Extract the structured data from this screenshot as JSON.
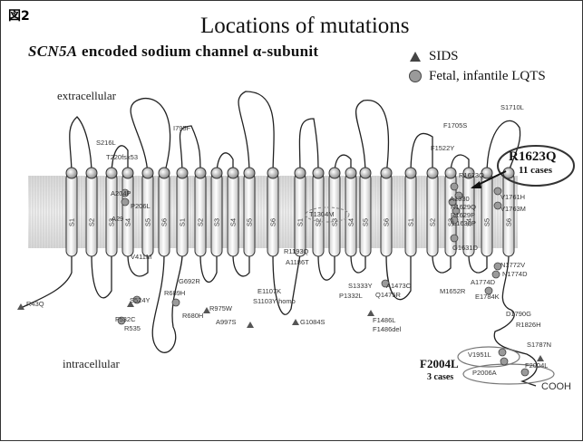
{
  "figure_label": "図2",
  "title": "Locations of mutations",
  "subtitle_gene": "SCN5A",
  "subtitle_rest": " encoded sodium channel α-subunit",
  "legend": {
    "sids": "SIDS",
    "lqts": "Fetal, infantile LQTS",
    "sids_icon": "triangle-icon",
    "lqts_icon": "circle-icon"
  },
  "region_labels": {
    "extracellular": "extracellular",
    "intracellular": "intracellular",
    "cterm": "COOH"
  },
  "highlight_r": {
    "name": "R1623Q",
    "cases": "11 cases"
  },
  "highlight_f": {
    "name": "F2004L",
    "cases": "3 cases"
  },
  "segments": [
    "S1",
    "S2",
    "S3",
    "S4",
    "S5",
    "S6",
    "S1",
    "S2",
    "S3",
    "S4",
    "S5",
    "S6",
    "S1",
    "S2",
    "S3",
    "S4",
    "S5",
    "S6",
    "S1",
    "S2",
    "S3",
    "S4",
    "S5",
    "S6"
  ],
  "mutations": [
    "S216L",
    "T220fsx53",
    "I795F",
    "S1710L",
    "F1705S",
    "F1522Y",
    "R1623Q",
    "A1330",
    "R1629Q",
    "R1629P",
    "L1630P",
    "V1761H",
    "V1763M",
    "T1304M",
    "G1631D",
    "R43Q",
    "S524Y",
    "F532C",
    "R535",
    "R680H",
    "R689H",
    "G692R",
    "V411M",
    "R975W",
    "A997S",
    "E1107K",
    "S1103Y homo",
    "G1084S",
    "R1193Q",
    "A1186T",
    "S1333Y",
    "P1332L",
    "Q1475R",
    "A1473C",
    "M1652R",
    "F1486L",
    "F1486del",
    "A1774D",
    "N1772V",
    "N1774D",
    "E1784K",
    "D1790G",
    "R1826H",
    "S1787N",
    "V1951L",
    "P2006A",
    "F2004L",
    "A204P",
    "P206L",
    "A29"
  ]
}
